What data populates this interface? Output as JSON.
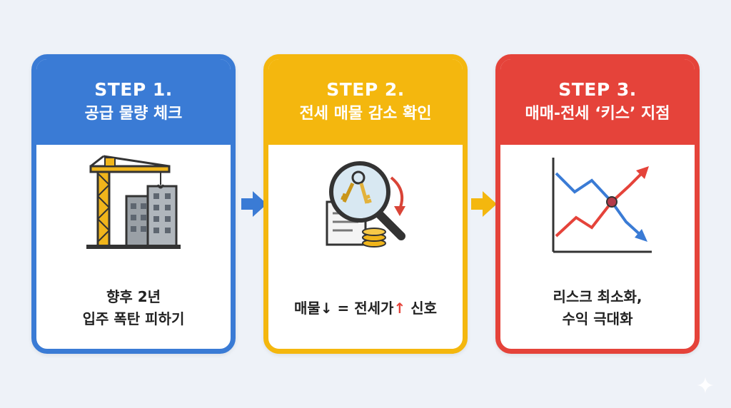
{
  "colors": {
    "step1": "#3a7bd5",
    "step2": "#f4b70e",
    "step3": "#e5433a",
    "background": "#eef2f8"
  },
  "steps": [
    {
      "step": "STEP 1.",
      "title": "공급 물량 체크",
      "icon": "construction-crane-building-icon",
      "caption_lines": [
        "향후 2년",
        "입주 폭탄 피하기"
      ]
    },
    {
      "step": "STEP 2.",
      "title": "전세 매물 감소 확인",
      "icon": "magnifier-keys-icon",
      "caption": {
        "a": "매물",
        "down": "↓",
        "mid": " = 전세가",
        "up": "↑",
        "b": " 신호"
      }
    },
    {
      "step": "STEP 3.",
      "title": "매매-전세 ‘키스’ 지점",
      "icon": "crossing-lines-chart-icon",
      "caption_lines": [
        "리스크 최소화,",
        "수익 극대화"
      ]
    }
  ]
}
